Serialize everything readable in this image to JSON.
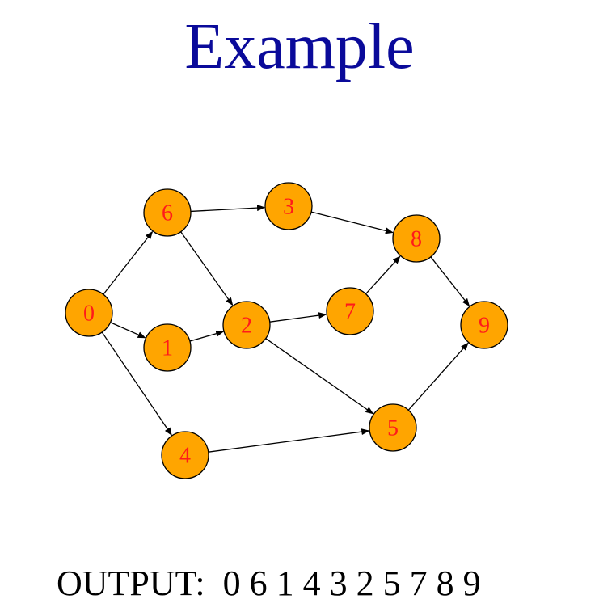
{
  "title": "Example",
  "graph": {
    "nodes": [
      {
        "id": "0",
        "label": "0"
      },
      {
        "id": "1",
        "label": "1"
      },
      {
        "id": "2",
        "label": "2"
      },
      {
        "id": "3",
        "label": "3"
      },
      {
        "id": "4",
        "label": "4"
      },
      {
        "id": "5",
        "label": "5"
      },
      {
        "id": "6",
        "label": "6"
      },
      {
        "id": "7",
        "label": "7"
      },
      {
        "id": "8",
        "label": "8"
      },
      {
        "id": "9",
        "label": "9"
      }
    ],
    "edges": [
      {
        "from": "0",
        "to": "6"
      },
      {
        "from": "0",
        "to": "1"
      },
      {
        "from": "0",
        "to": "4"
      },
      {
        "from": "6",
        "to": "3"
      },
      {
        "from": "6",
        "to": "2"
      },
      {
        "from": "1",
        "to": "2"
      },
      {
        "from": "3",
        "to": "8"
      },
      {
        "from": "2",
        "to": "7"
      },
      {
        "from": "2",
        "to": "5"
      },
      {
        "from": "7",
        "to": "8"
      },
      {
        "from": "8",
        "to": "9"
      },
      {
        "from": "4",
        "to": "5"
      },
      {
        "from": "5",
        "to": "9"
      }
    ],
    "node_fill": "#ffa500",
    "label_color": "#ff1a1a"
  },
  "output": {
    "label": "OUTPUT:",
    "sequence": "0 6 1 4 3 2 5 7 8 9"
  }
}
